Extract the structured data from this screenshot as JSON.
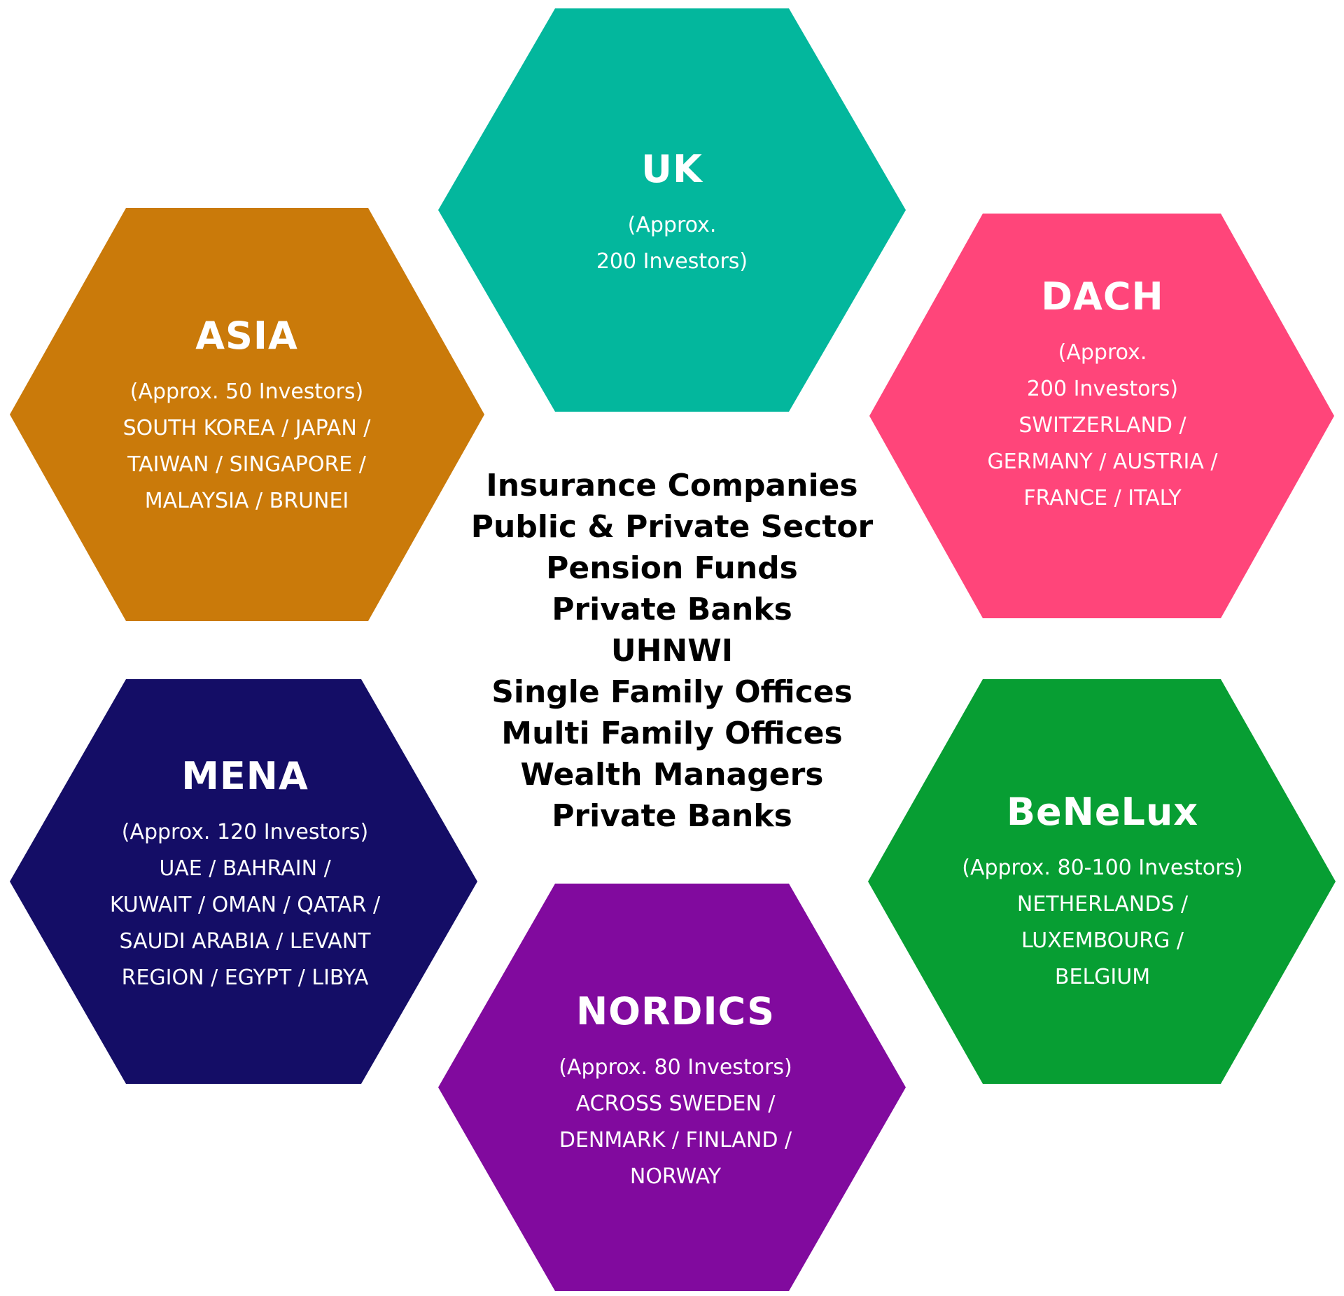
{
  "regions": [
    {
      "id": "uk",
      "title": "UK",
      "lines": [
        "(Approx.",
        "200 Investors)"
      ],
      "color": "#03B79D"
    },
    {
      "id": "asia",
      "title": "ASIA",
      "lines": [
        "(Approx. 50 Investors)",
        "SOUTH KOREA / JAPAN /",
        "TAIWAN / SINGAPORE /",
        "MALAYSIA / BRUNEI"
      ],
      "color": "#CA7A0A"
    },
    {
      "id": "dach",
      "title": "DACH",
      "lines": [
        "(Approx.",
        "200 Investors)",
        "SWITZERLAND /",
        "GERMANY / AUSTRIA /",
        "FRANCE / ITALY"
      ],
      "color": "#FF457A"
    },
    {
      "id": "mena",
      "title": "MENA",
      "lines": [
        "(Approx. 120 Investors)",
        "UAE / BAHRAIN /",
        "KUWAIT / OMAN / QATAR /",
        "SAUDI ARABIA / LEVANT",
        "REGION / EGYPT / LIBYA"
      ],
      "color": "#140D66"
    },
    {
      "id": "benelux",
      "title": "BeNeLux",
      "lines": [
        "(Approx. 80-100 Investors)",
        "NETHERLANDS  /",
        "LUXEMBOURG  /",
        "BELGIUM"
      ],
      "color": "#079E33"
    },
    {
      "id": "nordics",
      "title": "NORDICS",
      "lines": [
        "(Approx. 80 Investors)",
        "ACROSS SWEDEN /",
        "DENMARK / FINLAND /",
        "NORWAY"
      ],
      "color": "#810A9E"
    }
  ],
  "center_items": [
    "Insurance Companies",
    "Public & Private Sector",
    "Pension Funds",
    "Private Banks",
    "UHNWI",
    "Single Family Offices",
    "Multi Family Offices",
    "Wealth Managers",
    "Private Banks"
  ]
}
